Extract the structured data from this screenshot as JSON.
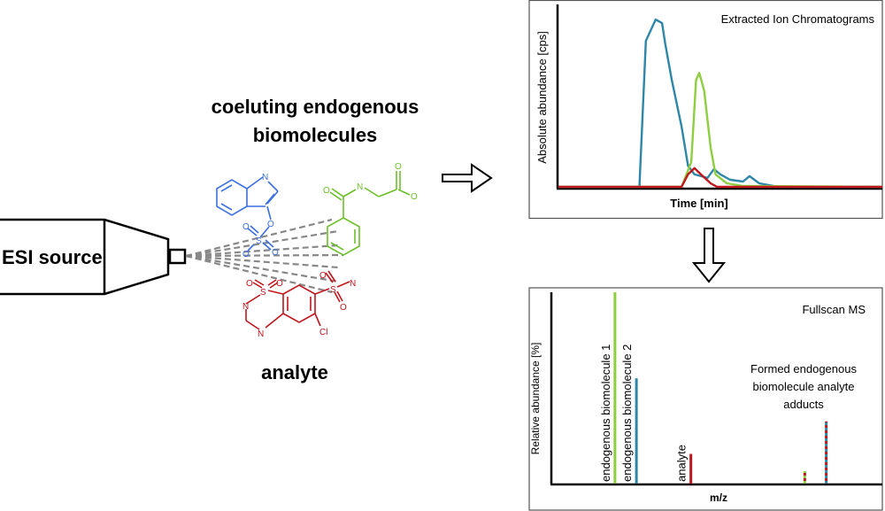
{
  "left": {
    "source_label": "ESI source",
    "biomolecule_heading_line1": "coeluting endogenous",
    "biomolecule_heading_line2": "biomolecules",
    "analyte_label": "analyte",
    "atoms": {
      "N": "N",
      "O": "O",
      "S": "S",
      "Cl": "Cl"
    }
  },
  "colors": {
    "blue": "#2e86a8",
    "green": "#8dcf3f",
    "red": "#c0161d",
    "indole": "#3b6fe0",
    "hippuric": "#6cbf2a",
    "analyte_mol": "#c0161d"
  },
  "chart_data": [
    {
      "type": "line",
      "title": "Extracted Ion Chromatograms",
      "xlabel": "Time [min]",
      "ylabel": "Absolute abundance [cps]",
      "series": [
        {
          "name": "endogenous biomolecule 2",
          "color": "#2e86a8",
          "points": [
            [
              0,
              0
            ],
            [
              25,
              0
            ],
            [
              27,
              82
            ],
            [
              30,
              94
            ],
            [
              32,
              92
            ],
            [
              33,
              80
            ],
            [
              35,
              60
            ],
            [
              38,
              34
            ],
            [
              40,
              12
            ],
            [
              42,
              7
            ],
            [
              46,
              5
            ],
            [
              48,
              10
            ],
            [
              50,
              7
            ],
            [
              53,
              4
            ],
            [
              57,
              3
            ],
            [
              59,
              6
            ],
            [
              62,
              2
            ],
            [
              68,
              0
            ],
            [
              100,
              0
            ]
          ]
        },
        {
          "name": "endogenous biomolecule 1",
          "color": "#8dcf3f",
          "points": [
            [
              0,
              0
            ],
            [
              38,
              0
            ],
            [
              41,
              14
            ],
            [
              42.5,
              60
            ],
            [
              43.5,
              64
            ],
            [
              45,
              54
            ],
            [
              47,
              22
            ],
            [
              48.5,
              7
            ],
            [
              52,
              2
            ],
            [
              57,
              0.5
            ],
            [
              100,
              0
            ]
          ]
        },
        {
          "name": "analyte",
          "color": "#c0161d",
          "points": [
            [
              0,
              0
            ],
            [
              38,
              0
            ],
            [
              40,
              7
            ],
            [
              42,
              10.5
            ],
            [
              44,
              7
            ],
            [
              47,
              2
            ],
            [
              49,
              0
            ],
            [
              100,
              0
            ]
          ]
        }
      ]
    },
    {
      "type": "bar",
      "title": "Fullscan MS",
      "xlabel": "m/z",
      "ylabel": "Relative abundance [%]",
      "annotation": [
        "Formed endogenous",
        "biomolecule analyte",
        "adducts"
      ],
      "bars": [
        {
          "label": "endogenous biomolecule 1",
          "x": 19,
          "value": 100,
          "color": "#8dcf3f"
        },
        {
          "label": "endogenous biomolecule 2",
          "x": 25.5,
          "value": 55,
          "color": "#2e86a8"
        },
        {
          "label": "analyte",
          "x": 42,
          "value": 15.5,
          "color": "#c0161d"
        },
        {
          "label": "",
          "x": 76.5,
          "value": 6.5,
          "color": "#c0161d",
          "stripe": "#8dcf3f"
        },
        {
          "label": "",
          "x": 83,
          "value": 32.5,
          "color": "#c0161d",
          "stripe": "#2e86a8"
        }
      ]
    }
  ]
}
